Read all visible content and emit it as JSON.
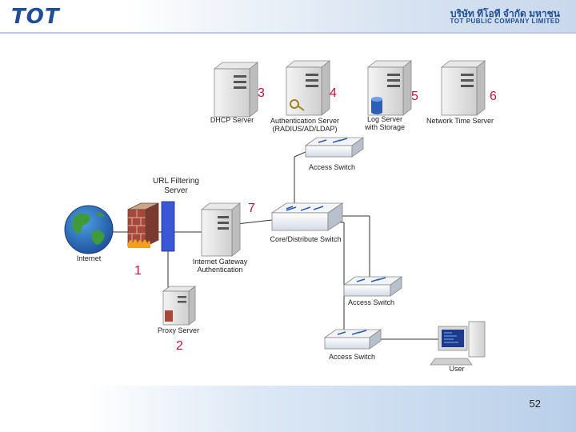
{
  "header": {
    "logo_text": "TOT",
    "company_thai": "บริษัท ทีโอที จำกัด มหาชน",
    "company_en": "TOT PUBLIC COMPANY LIMITED"
  },
  "nodes": {
    "dhcp": "DHCP Server",
    "auth_line1": "Authentication Server",
    "auth_line2": "(RADIUS/AD/LDAP)",
    "log_line1": "Log Server",
    "log_line2": "with Storage",
    "ntp": "Network Time Server",
    "access_switch_top": "Access Switch",
    "url_line1": "URL Filtering",
    "url_line2": "Server",
    "internet": "Internet",
    "gateway_line1": "Internet Gateway",
    "gateway_line2": "Authentication",
    "core_switch": "Core/Distribute Switch",
    "proxy": "Proxy Server",
    "access_switch_mid": "Access Switch",
    "access_switch_bottom": "Access Switch",
    "user": "User"
  },
  "markers": [
    "1",
    "2",
    "3",
    "4",
    "5",
    "6",
    "7"
  ],
  "colors": {
    "marker": "#c0143c",
    "brand": "#1f4e95",
    "filter_server": "#3a57d8"
  },
  "footer": {
    "page_number": "52"
  }
}
